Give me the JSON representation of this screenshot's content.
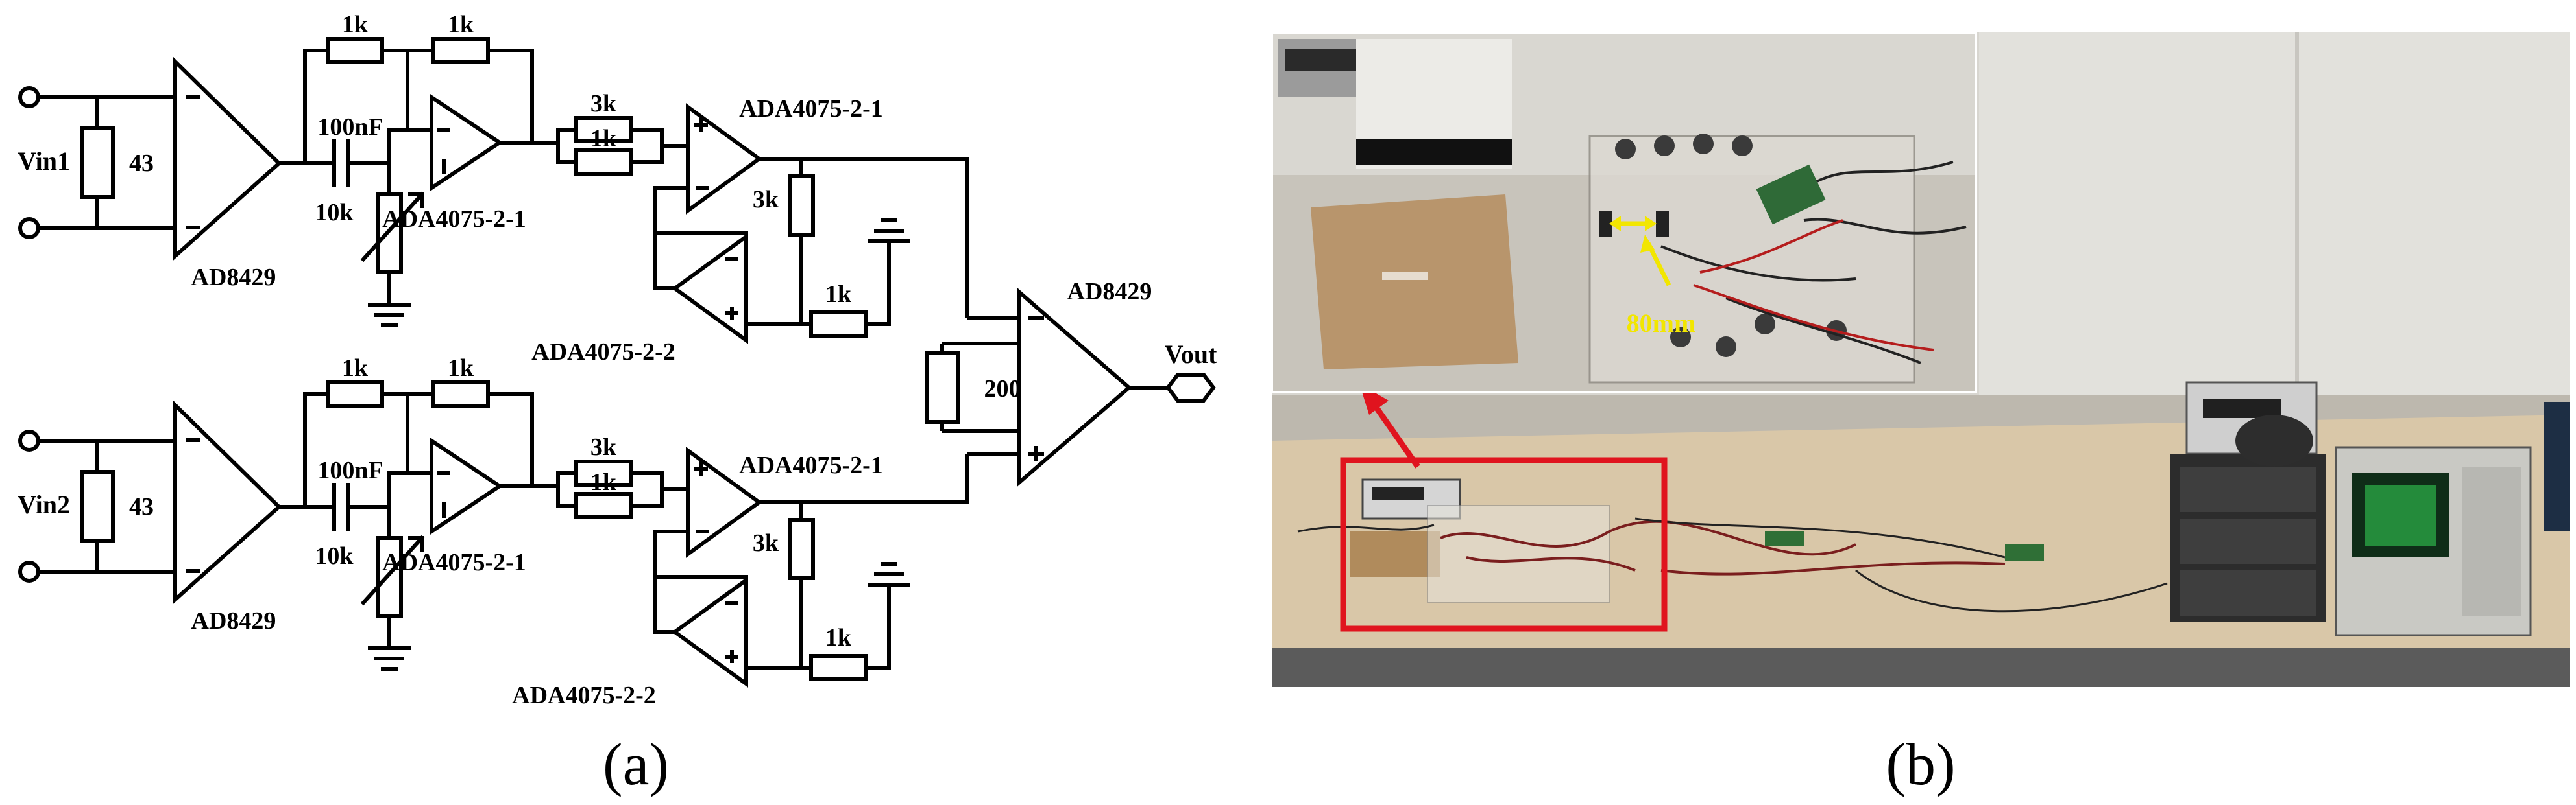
{
  "panel_a": {
    "caption": "(a)",
    "channel_1": {
      "input_label": "Vin1",
      "input_resistor": "43",
      "in_amp": "AD8429",
      "feedback_r_left": "1k",
      "feedback_r_right": "1k",
      "capacitor": "100nF",
      "potentiometer": "10k",
      "opamp_1": "ADA4075-2-1",
      "parallel_r_top": "3k",
      "parallel_r_bottom": "1k",
      "opamp_2": "ADA4075-2-1",
      "divider_r": "3k",
      "ground_r": "1k",
      "opamp_3": "ADA4075-2-2"
    },
    "channel_2": {
      "input_label": "Vin2",
      "input_resistor": "43",
      "in_amp": "AD8429",
      "feedback_r_left": "1k",
      "feedback_r_right": "1k",
      "capacitor": "100nF",
      "potentiometer": "10k",
      "opamp_1": "ADA4075-2-1",
      "parallel_r_top": "3k",
      "parallel_r_bottom": "1k",
      "opamp_2": "ADA4075-2-1",
      "divider_r": "3k",
      "ground_r": "1k",
      "opamp_3": "ADA4075-2-2"
    },
    "output_stage": {
      "in_amp": "AD8429",
      "gain_resistor": "200",
      "output_label": "Vout"
    }
  },
  "panel_b": {
    "caption": "(b)",
    "inset_dimension_label": "80mm"
  }
}
